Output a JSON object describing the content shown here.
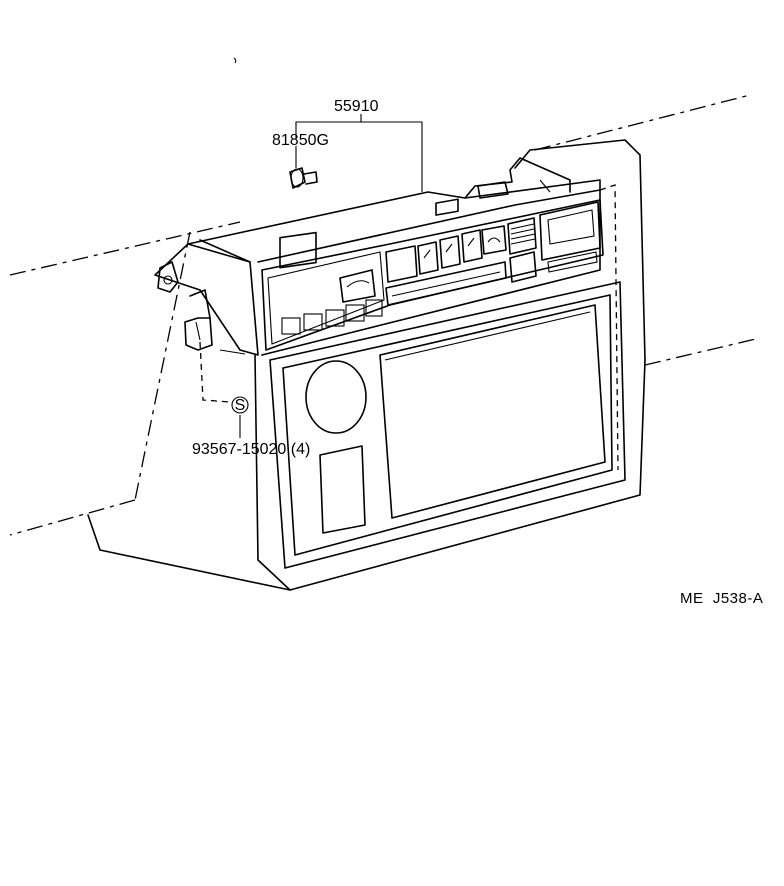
{
  "parts": {
    "climate_control_panel": "55910",
    "bulb": "81850G",
    "clip": "93567-15020 (4)",
    "clip_symbol": "S"
  },
  "reference_code": "ME  J538-A"
}
